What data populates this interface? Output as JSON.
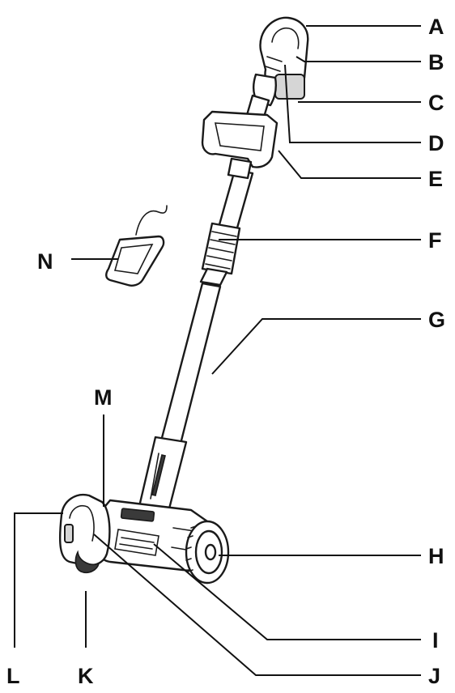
{
  "callouts": {
    "A": "A",
    "B": "B",
    "C": "C",
    "D": "D",
    "E": "E",
    "F": "F",
    "G": "G",
    "H": "H",
    "I": "I",
    "J": "J",
    "K": "K",
    "L": "L",
    "M": "M",
    "N": "N"
  },
  "colors": {
    "ink": "#1a1a1a",
    "shade": "#d6d6d6",
    "background": "#ffffff"
  }
}
